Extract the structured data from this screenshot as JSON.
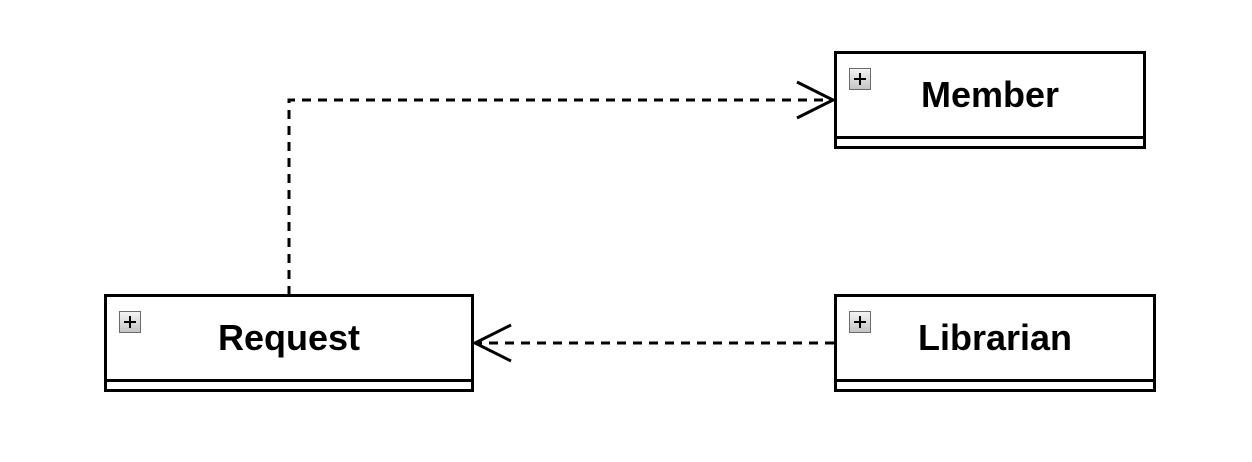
{
  "classes": {
    "member": {
      "name": "Member"
    },
    "request": {
      "name": "Request"
    },
    "librarian": {
      "name": "Librarian"
    }
  },
  "relationships": [
    {
      "type": "dependency",
      "from": "Request",
      "to": "Member",
      "style": "dashed",
      "arrow": "open"
    },
    {
      "type": "dependency",
      "from": "Librarian",
      "to": "Request",
      "style": "dashed",
      "arrow": "open"
    }
  ],
  "colors": {
    "line": "#000000",
    "background": "#ffffff",
    "icon_border": "#6a6a6a"
  },
  "icons": [
    "expand-icon"
  ]
}
